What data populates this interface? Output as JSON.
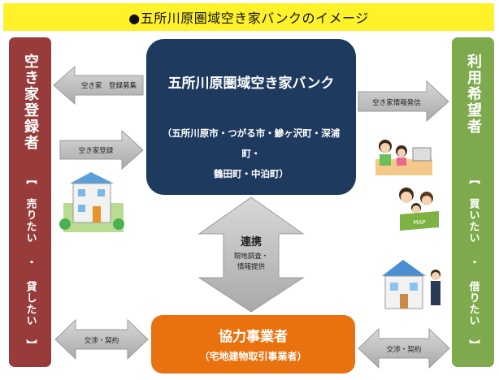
{
  "title": "●五所川原圏域空き家バンクのイメージ",
  "seller": {
    "title": "空き家登録者",
    "subtitle": "【 売りたい ・ 貸したい 】"
  },
  "buyer": {
    "title": "利用希望者",
    "subtitle": "【 買いたい ・ 借りたい 】"
  },
  "bank": {
    "title": "五所川原圏域空き家バンク",
    "areas_line1": "（五所川原市・つがる市・鰺ヶ沢町・深浦町・",
    "areas_line2": "鶴田町・中泊町）"
  },
  "partner": {
    "title": "協力事業者",
    "subtitle": "（宅地建物取引事業者）"
  },
  "arrows": {
    "recruit": "空き家　登録募集",
    "register": "空き家登録",
    "info": "空き家情報発信",
    "link_title": "連携",
    "link_sub1": "現地調査・",
    "link_sub2": "情報提供",
    "negotiation_left": "交渉・契約",
    "negotiation_right": "交渉・契約"
  },
  "colors": {
    "title_bar": "#fff22a",
    "seller": "#973b3b",
    "buyer": "#7eaa4d",
    "bank": "#1e3a5f",
    "partner": "#e9720e",
    "arrow": "#b0b0b0"
  }
}
